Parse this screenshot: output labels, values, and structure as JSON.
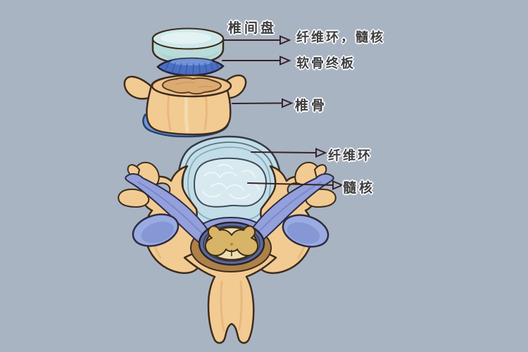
{
  "labels": {
    "disc_title": "椎间盘",
    "annulus_and_nucleus": "纤维环，髓核",
    "cartilage_endplate": "软骨终板",
    "vertebra": "椎骨",
    "annulus_fibrosus": "纤维环",
    "nucleus_pulposus": "髓核"
  },
  "arrow_style": "open-triangle-right",
  "colors": {
    "background": "#a9b4c3",
    "outline": "#3d2c1d",
    "bone": "#f2cb93",
    "bone_light": "#f9e4bd",
    "bone_shadow": "#e0a96b",
    "disc_top": "#cfe9ea",
    "disc_side": "#b9dcd9",
    "endplate_blue": "#4a6fc3",
    "endplate_dark": "#33549e",
    "under_disc_blue": "#6e95d9",
    "annulus": "#c2dde7",
    "annulus_ring": "#85aebd",
    "nucleus": "#d8eaf0",
    "nucleus_marble": "#f3fafc",
    "periwinkle": "#93a0dc",
    "periwinkle_dark": "#8093d2",
    "facet": "#9aabe2",
    "canal_ring": "#5c6b9c",
    "cord": "#eedfb2",
    "gray_matter": "#d8b468",
    "brown": "#ad8148",
    "arrow": "#38222a",
    "text": "#3d3d3d",
    "text_halo": "#ffffff"
  }
}
